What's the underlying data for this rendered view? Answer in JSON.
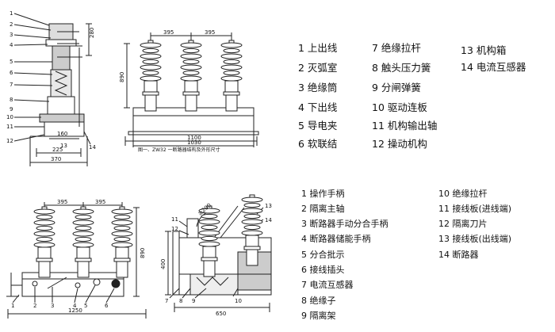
{
  "top": {
    "caption": "图一、ZW32 一断路器结构及外形尺寸",
    "side_dims": [
      "280",
      "160",
      "13",
      "225",
      "370"
    ],
    "front_dims": [
      "395",
      "395",
      "890",
      "1100",
      "1030"
    ],
    "side_numbers": [
      "1",
      "2",
      "3",
      "4",
      "5",
      "6",
      "7",
      "8",
      "9",
      "10",
      "11",
      "12",
      "14"
    ],
    "legend": [
      "1 上出线",
      "2 灭弧室",
      "3 绝缘筒",
      "4 下出线",
      "5 导电夹",
      "6 软联结",
      "7 绝缘拉杆",
      "8 触头压力簧",
      "9 分闸弹簧",
      "10 驱动连板",
      "11 机构输出轴",
      "12 操动机构",
      "13 机构箱",
      "14 电流互感器"
    ]
  },
  "bottom": {
    "front_dims": [
      "395",
      "395",
      "890",
      "1250"
    ],
    "front_numbers": [
      "1",
      "2",
      "3",
      "4",
      "5",
      "6"
    ],
    "side_dims": [
      "≥200",
      "400",
      "650"
    ],
    "side_numbers": [
      "11",
      "12",
      "13",
      "14",
      "7",
      "8",
      "9",
      "10"
    ],
    "legend": [
      "1 操作手柄",
      "2 隔离主轴",
      "3 断路器手动分合手柄",
      "4 断路器储能手柄",
      "5 分合批示",
      "6 接线插头",
      "7 电流互感器",
      "8 绝缘子",
      "9 隔离架",
      "10 绝缘拉杆",
      "11 接线板(进线端)",
      "12 隔离刀片",
      "13 接线板(出线端)",
      "14 断路器"
    ]
  },
  "colors": {
    "line": "#222222",
    "text": "#111111"
  }
}
